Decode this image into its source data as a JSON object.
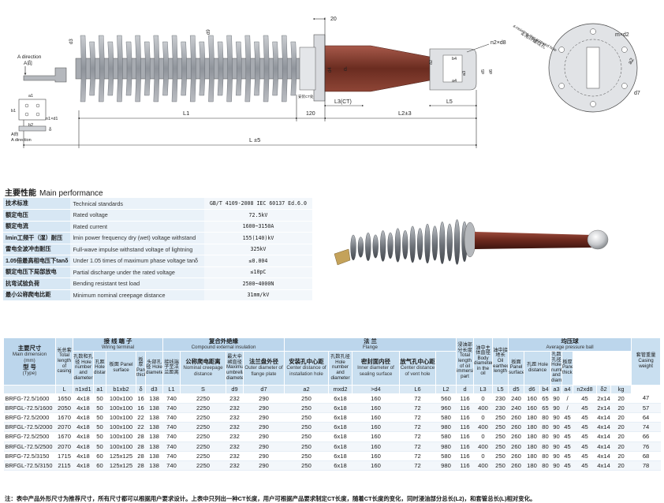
{
  "drawing": {
    "labels": {
      "a_direction_top": "A direction",
      "a_dir_zh_top": "A向",
      "a_direction_bottom": "A direction",
      "a_dir_zh_bottom": "A向",
      "L1": "L1",
      "L": "L ±5",
      "L2": "L2±3",
      "L3": "L3(CT)",
      "dim_120": "120",
      "dim_20": "20",
      "L5": "L5",
      "d3": "d3",
      "d9": "d9",
      "d4": "d4",
      "d": "d",
      "d5": "d5",
      "d6": "d6",
      "d7": "d7",
      "a1": "a1",
      "b1": "b1",
      "b2": "b2",
      "delta": "δ",
      "n1xd1": "n1×d1",
      "b4": "b4",
      "a4": "a4",
      "a3": "a3",
      "delta2": "δ2",
      "n2xd8": "n2×d8",
      "mxd2": "m×d2",
      "a2": "a2",
      "hole_zh": "4-吊环螺纹孔",
      "hole_en": "4-Hoisting ring screwed hole",
      "ct_label": "安装CT处",
      "cut_label": "出线"
    }
  },
  "performance": {
    "title_zh": "主要性能",
    "title_en": "Main performance",
    "rows": [
      {
        "zh": "技术标准",
        "en": "Technical standards",
        "val": "GB/T  4109-2008  IEC 60137 Ed.6.0"
      },
      {
        "zh": "额定电压",
        "en": "Rated voltage",
        "val": "72.5kV"
      },
      {
        "zh": "额定电流",
        "en": "Rated current",
        "val": "1600~3150A"
      },
      {
        "zh": "lmin工频干（湿）耐压",
        "en": "lmin power frequency dry (wet) voltage withstand",
        "val": "155(140)kV"
      },
      {
        "zh": "雷电全波冲击耐压",
        "en": "Full-wave impulse withstand voltage of lightning",
        "val": "325kV"
      },
      {
        "zh": "1.05倍最高相电压下tanδ",
        "en": "Under 1.05 times of maximum phase voltage tanδ",
        "val": "≤0.004"
      },
      {
        "zh": "额定电压下局部放电",
        "en": "Partial discharge under the rated voltage",
        "val": "≤10pC"
      },
      {
        "zh": "抗弯试验负荷",
        "en": "Bending resistant test load",
        "val": "2500~4000N"
      },
      {
        "zh": "最小公称爬电比距",
        "en": "Minimum nominal creepage distance",
        "val": "31mm/kV"
      }
    ]
  },
  "dimensions": {
    "groups": {
      "main_zh": "主要尺寸",
      "main_en": "Main dimension",
      "unit": "(mm)",
      "type_zh": "型  号",
      "type_en": "(Type)",
      "total_length": "长总套 Total length of casing",
      "wiring_zh": "接 线 端 子",
      "wiring_en": "Wiring terminal",
      "hole_num": "孔数和孔径 Hole number and diameter",
      "hole_dist_a1": "孔距 Hole distance",
      "panel_surface": "板面 Panel surface",
      "panel_thick": "板厚 Panel thickness",
      "hole_circle": "头部孔径 Hole diameter",
      "compound_zh": "复合外绝缘",
      "compound_en": "Compound external insulation",
      "arc_dist": "接线端子至法兰距离",
      "creepage_zh": "公称爬电距离",
      "creepage_en": "Nominal creepage distance",
      "umbrella": "最大伞裙直径 Maximum umbrella diameter",
      "flange_zh": "法  兰",
      "flange_en": "Flange",
      "outer_zh": "法兰盘外径",
      "outer_en": "Outer diameter of flange plate",
      "install_zh": "安装孔中心距",
      "install_en": "Center distance of installation hole",
      "hole_nd_zh": "孔数孔径 Hole number and diameter",
      "seal_zh": "密封面内径",
      "seal_en": "Inner diameter of sealing surface",
      "vent_zh": "放气孔中心距",
      "vent_en": "Center distance of vent hole",
      "oil_len": "浸油部分长度 Total length of oil immersion part",
      "oil_body": "油中主体直径 Body diameter in the oil",
      "oil_earth": "油中接地长 Oil earthed length",
      "ball_zh": "均压球",
      "ball_en": "Average pressure ball",
      "ball_panel": "板面 Panel surface",
      "ball_hole": "孔距 Hole distance",
      "ball_hn": "孔数孔径 Hole number and diameter",
      "ball_thick": "板厚 Panel thickness",
      "weight": "套管重量 Casing weight"
    },
    "symbols": [
      "L",
      "n1xd1",
      "a1",
      "b1xb2",
      "δ",
      "d3",
      "L1",
      "S",
      "d9",
      "d7",
      "a2",
      "mxd2",
      ">d4",
      "L6",
      "L2",
      "d",
      "L3",
      "L5",
      "d5",
      "d6",
      "b4",
      "a3",
      "a4",
      "n2xd8",
      "δ2",
      "kg"
    ],
    "rows": [
      [
        "BRFG-72.5/1600",
        "1650",
        "4x18",
        "50",
        "100x100",
        "16",
        "138",
        "740",
        "2250",
        "232",
        "290",
        "250",
        "6x18",
        "160",
        "72",
        "560",
        "116",
        "0",
        "230",
        "240",
        "160",
        "65",
        "90",
        "/",
        "45",
        "2x14",
        "20",
        "47"
      ],
      [
        "BRFGL-72.5/1600",
        "2050",
        "4x18",
        "50",
        "100x100",
        "16",
        "138",
        "740",
        "2250",
        "232",
        "290",
        "250",
        "6x18",
        "160",
        "72",
        "960",
        "116",
        "400",
        "230",
        "240",
        "160",
        "65",
        "90",
        "/",
        "45",
        "2x14",
        "20",
        "57"
      ],
      [
        "BRFG-72.5/2000",
        "1670",
        "4x18",
        "50",
        "100x100",
        "22",
        "138",
        "740",
        "2250",
        "232",
        "290",
        "250",
        "6x18",
        "160",
        "72",
        "580",
        "116",
        "0",
        "250",
        "260",
        "180",
        "80",
        "90",
        "45",
        "45",
        "4x14",
        "20",
        "64"
      ],
      [
        "BRFGL-72.5/2000",
        "2070",
        "4x18",
        "50",
        "100x100",
        "22",
        "138",
        "740",
        "2250",
        "232",
        "290",
        "250",
        "6x18",
        "160",
        "72",
        "980",
        "116",
        "400",
        "250",
        "260",
        "180",
        "80",
        "90",
        "45",
        "45",
        "4x14",
        "20",
        "74"
      ],
      [
        "BRFG-72.5/2500",
        "1670",
        "4x18",
        "50",
        "100x100",
        "28",
        "138",
        "740",
        "2250",
        "232",
        "290",
        "250",
        "6x18",
        "160",
        "72",
        "580",
        "116",
        "0",
        "250",
        "260",
        "180",
        "80",
        "90",
        "45",
        "45",
        "4x14",
        "20",
        "66"
      ],
      [
        "BRFGL-72.5/2500",
        "2070",
        "4x18",
        "50",
        "100x100",
        "28",
        "138",
        "740",
        "2250",
        "232",
        "290",
        "250",
        "6x18",
        "160",
        "72",
        "980",
        "116",
        "400",
        "250",
        "260",
        "180",
        "80",
        "90",
        "45",
        "45",
        "4x14",
        "20",
        "76"
      ],
      [
        "BRFG-72.5/3150",
        "1715",
        "4x18",
        "60",
        "125x125",
        "28",
        "138",
        "740",
        "2250",
        "232",
        "290",
        "250",
        "6x18",
        "160",
        "72",
        "580",
        "116",
        "0",
        "250",
        "260",
        "180",
        "80",
        "90",
        "45",
        "45",
        "4x14",
        "20",
        "68"
      ],
      [
        "BRFGL-72.5/3150",
        "2115",
        "4x18",
        "60",
        "125x125",
        "28",
        "138",
        "740",
        "2250",
        "232",
        "290",
        "250",
        "6x18",
        "160",
        "72",
        "980",
        "116",
        "400",
        "250",
        "260",
        "180",
        "80",
        "90",
        "45",
        "45",
        "4x14",
        "20",
        "78"
      ]
    ],
    "footnote": "注：表中产品外形尺寸为推荐尺寸，所有尺寸都可以根据用户要求设计。上表中只列出一种CT长度，用户可根据产品要求制定CT长度，随着CT长度的变化，同时浸油部分总长(L2)，和套管总长(L)相对变化。"
  },
  "colors": {
    "header_blue": "#c9dff0",
    "group_blue": "#bcd6ec",
    "shed_grey": "#9a9fa6",
    "brown_body": "#7c3a2c"
  }
}
